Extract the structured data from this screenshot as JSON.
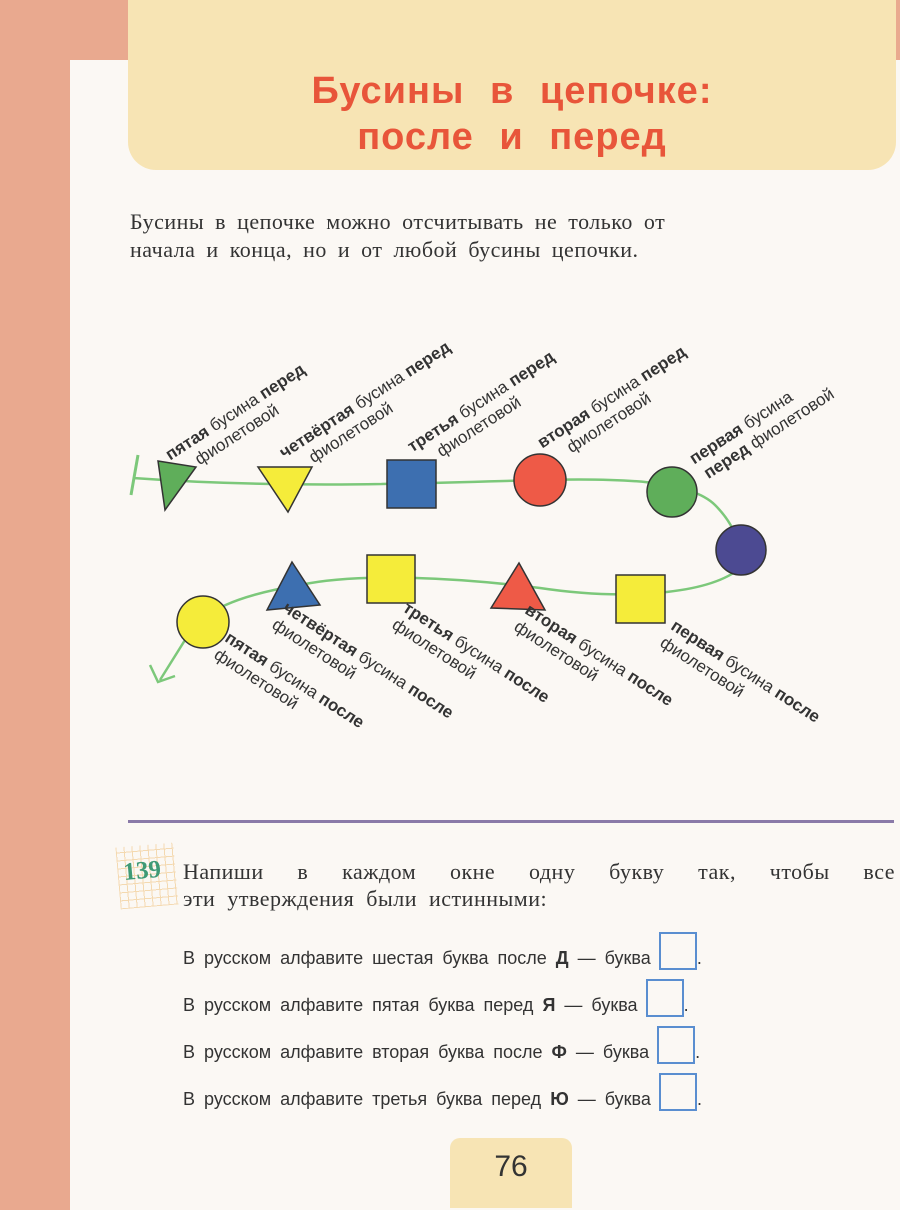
{
  "title": {
    "line1": "Бусины в цепочке:",
    "line2": "после и перед"
  },
  "intro": {
    "line1": "Бусины в цепочке можно отсчитывать не только от",
    "line2": "начала и конца, но и от любой бусины цепочки."
  },
  "words": {
    "bead": "бусина",
    "violet": "фиолетовой",
    "before": "перед",
    "after": "после"
  },
  "before_labels": [
    {
      "ordinal": "пятая"
    },
    {
      "ordinal": "четвёртая"
    },
    {
      "ordinal": "третья"
    },
    {
      "ordinal": "вторая"
    },
    {
      "ordinal": "первая"
    }
  ],
  "after_labels": [
    {
      "ordinal": "пятая"
    },
    {
      "ordinal": "четвёртая"
    },
    {
      "ordinal": "третья"
    },
    {
      "ordinal": "вторая"
    },
    {
      "ordinal": "первая"
    }
  ],
  "colors": {
    "green": "#5fae5a",
    "yellow": "#f5ec3a",
    "blue": "#3d6fb0",
    "red": "#ee5a47",
    "violet": "#4c4a92",
    "chain": "#7cc87a"
  },
  "exercise": {
    "number": "139",
    "text_line1": "Напиши в каждом окне одну букву так, чтобы все",
    "text_line2": "эти утверждения были истинными:",
    "statements": [
      {
        "prefix": "В русском алфавите шестая буква после",
        "letter": "Д",
        "suffix": "— буква",
        "end": "."
      },
      {
        "prefix": "В русском алфавите пятая буква перед",
        "letter": "Я",
        "suffix": "— буква",
        "end": "."
      },
      {
        "prefix": "В русском алфавите вторая буква после",
        "letter": "Ф",
        "suffix": "— буква",
        "end": "."
      },
      {
        "prefix": "В русском алфавите третья буква перед",
        "letter": "Ю",
        "suffix": "— буква",
        "end": "."
      }
    ]
  },
  "page_number": "76"
}
